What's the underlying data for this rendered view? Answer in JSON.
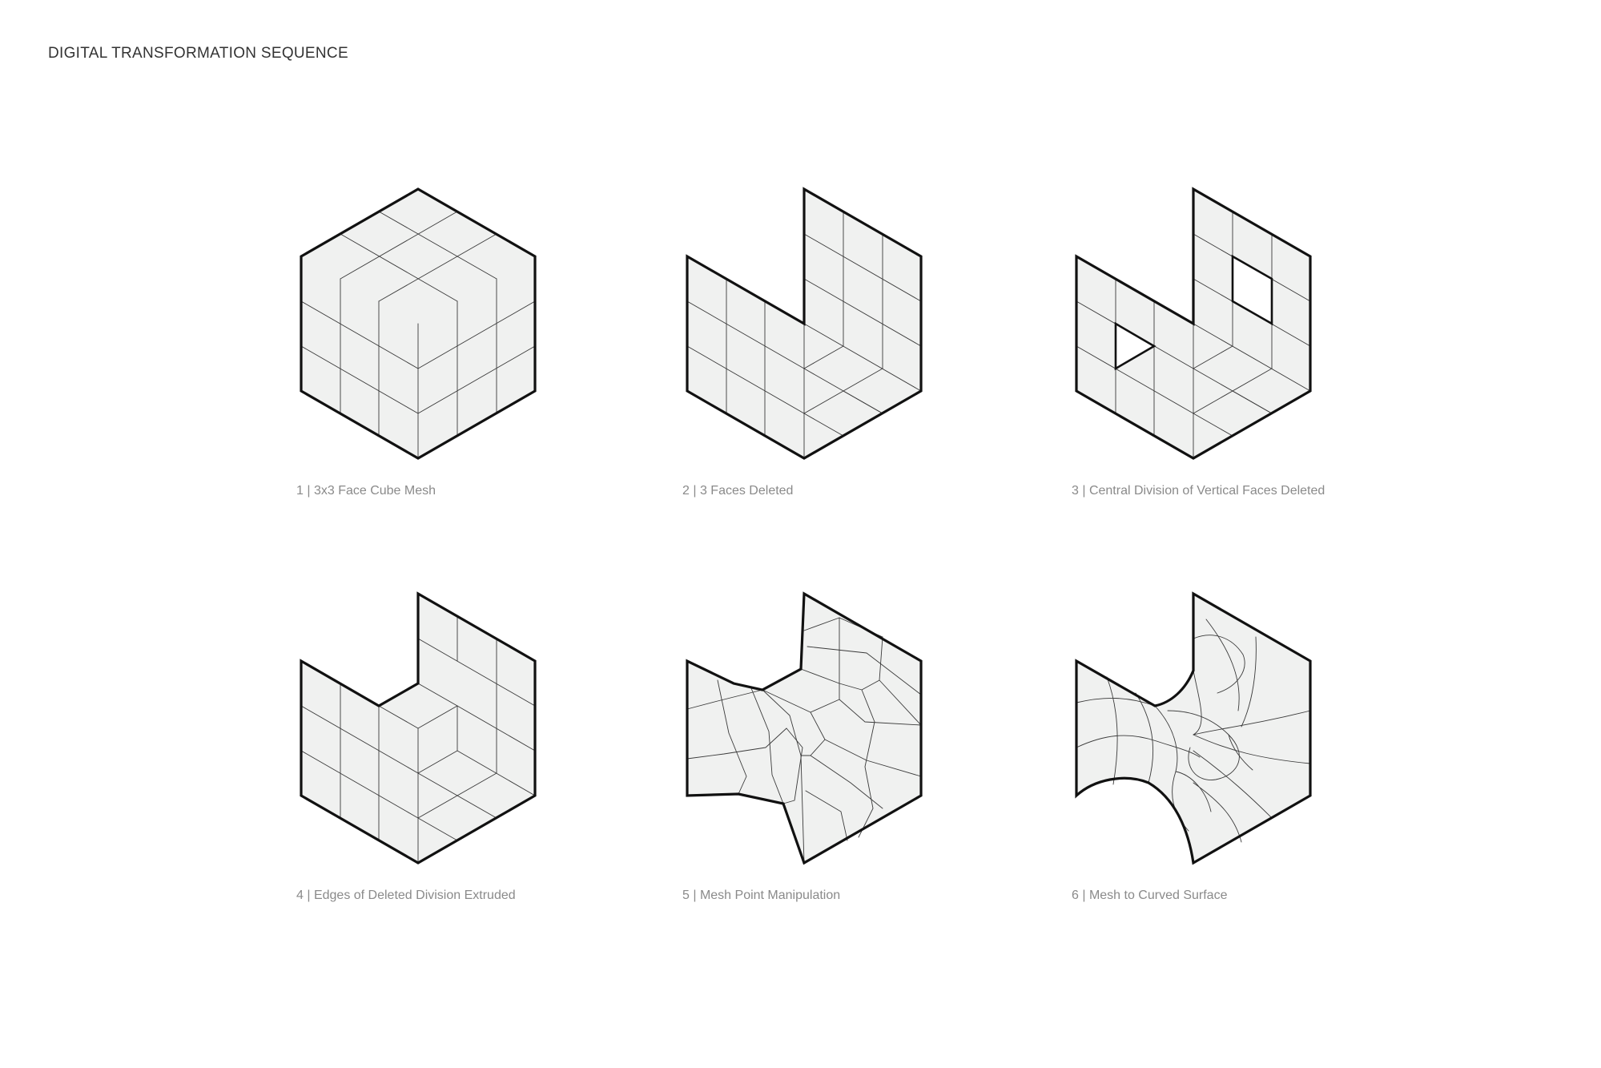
{
  "page": {
    "title": "DIGITAL TRANSFORMATION SEQUENCE"
  },
  "colors": {
    "face_fill": "#f0f1f0",
    "outline": "#111111",
    "grid_line": "#3a3a3a",
    "caption_text": "#8a8a8a",
    "title_text": "#333333"
  },
  "steps": [
    {
      "caption": "1 | 3x3 Face Cube Mesh"
    },
    {
      "caption": "2 | 3 Faces Deleted"
    },
    {
      "caption": "3 | Central Division of Vertical Faces Deleted"
    },
    {
      "caption": "4 | Edges of Deleted Division Extruded"
    },
    {
      "caption": "5 | Mesh Point Manipulation"
    },
    {
      "caption": "6 | Mesh to Curved Surface"
    }
  ]
}
